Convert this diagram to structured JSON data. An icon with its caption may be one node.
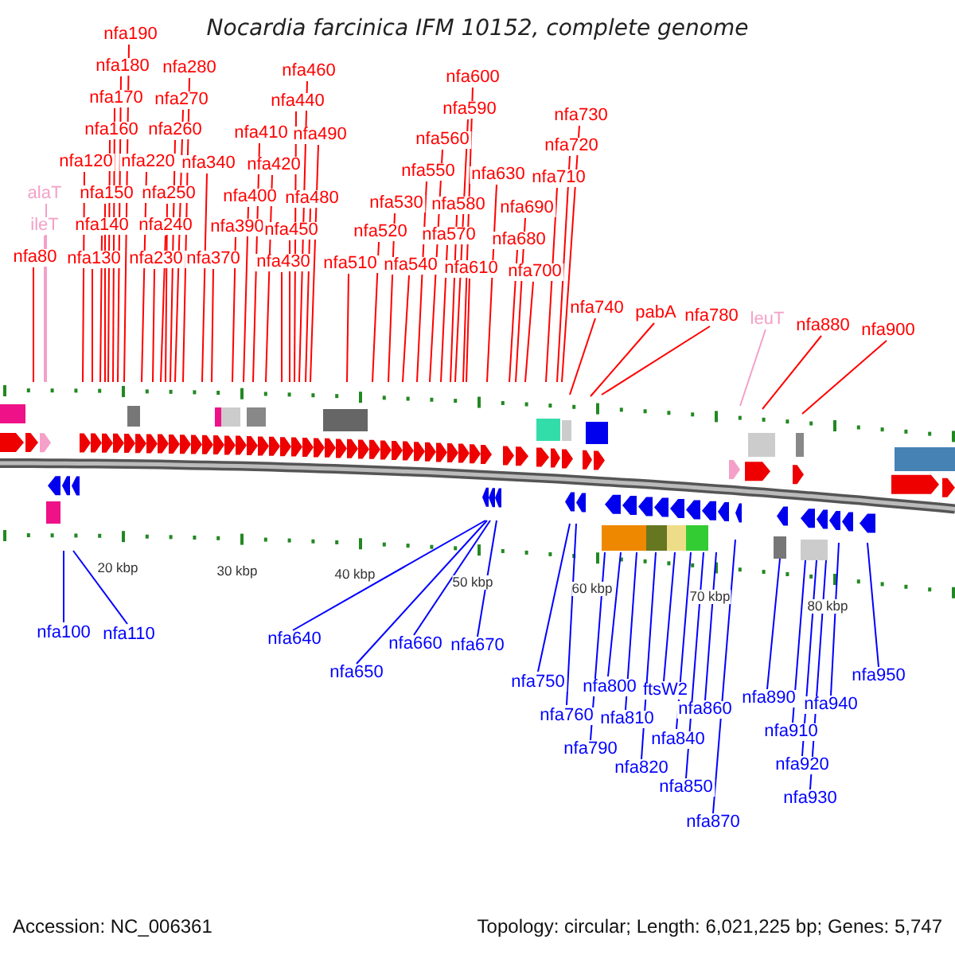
{
  "diagram": {
    "title": "Nocardia farcinica IFM 10152, complete genome",
    "nodes": [
      {
        "text": [
          "nfa190"
        ]
      },
      {
        "text": [
          "nfa180"
        ]
      },
      {
        "text": [
          "nfa280"
        ]
      },
      {
        "text": [
          "nfa460"
        ]
      },
      {
        "text": [
          "nfa600"
        ]
      },
      {
        "text": [
          "nfa170"
        ]
      },
      {
        "text": [
          "nfa270"
        ]
      },
      {
        "text": [
          "nfa440"
        ]
      },
      {
        "text": [
          "nfa590"
        ]
      },
      {
        "text": [
          "nfa730"
        ]
      },
      {
        "text": [
          "nfa160"
        ]
      },
      {
        "text": [
          "nfa260"
        ]
      },
      {
        "text": [
          "nfa410"
        ]
      },
      {
        "text": [
          "nfa490"
        ]
      },
      {
        "text": [
          "nfa560"
        ]
      },
      {
        "text": [
          "nfa720"
        ]
      },
      {
        "text": [
          "nfa120"
        ]
      },
      {
        "text": [
          "nfa220"
        ]
      },
      {
        "text": [
          "nfa340"
        ]
      },
      {
        "text": [
          "nfa420"
        ]
      },
      {
        "text": [
          "nfa550"
        ]
      },
      {
        "text": [
          "nfa630"
        ]
      },
      {
        "text": [
          "nfa710"
        ]
      },
      {
        "text": [
          "alaT"
        ]
      },
      {
        "text": [
          "nfa150"
        ]
      },
      {
        "text": [
          "nfa250"
        ]
      },
      {
        "text": [
          "nfa400"
        ]
      },
      {
        "text": [
          "nfa480"
        ]
      },
      {
        "text": [
          "nfa530"
        ]
      },
      {
        "text": [
          "nfa580"
        ]
      },
      {
        "text": [
          "nfa690"
        ]
      },
      {
        "text": [
          "ileT"
        ]
      },
      {
        "text": [
          "nfa140"
        ]
      },
      {
        "text": [
          "nfa240"
        ]
      },
      {
        "text": [
          "nfa390"
        ]
      },
      {
        "text": [
          "nfa450"
        ]
      },
      {
        "text": [
          "nfa520"
        ]
      },
      {
        "text": [
          "nfa570"
        ]
      },
      {
        "text": [
          "nfa680"
        ]
      },
      {
        "text": [
          "nfa80"
        ]
      },
      {
        "text": [
          "nfa130"
        ]
      },
      {
        "text": [
          "nfa230"
        ]
      },
      {
        "text": [
          "nfa370"
        ]
      },
      {
        "text": [
          "nfa430"
        ]
      },
      {
        "text": [
          "nfa510"
        ]
      },
      {
        "text": [
          "nfa540"
        ]
      },
      {
        "text": [
          "nfa610"
        ]
      },
      {
        "text": [
          "nfa700"
        ]
      },
      {
        "text": [
          "nfa740"
        ]
      },
      {
        "text": [
          "pabA"
        ]
      },
      {
        "text": [
          "nfa780"
        ]
      },
      {
        "text": [
          "leuT"
        ]
      },
      {
        "text": [
          "nfa880"
        ]
      },
      {
        "text": [
          "nfa900"
        ]
      },
      {
        "text": [
          "nfa100"
        ]
      },
      {
        "text": [
          "nfa110"
        ]
      },
      {
        "text": [
          "nfa640"
        ]
      },
      {
        "text": [
          "nfa660"
        ]
      },
      {
        "text": [
          "nfa670"
        ]
      },
      {
        "text": [
          "nfa650"
        ]
      },
      {
        "text": [
          "nfa950"
        ]
      },
      {
        "text": [
          "nfa750"
        ]
      },
      {
        "text": [
          "nfa800"
        ]
      },
      {
        "text": [
          "ftsW2"
        ]
      },
      {
        "text": [
          "nfa890"
        ]
      },
      {
        "text": [
          "nfa940"
        ]
      },
      {
        "text": [
          "nfa860"
        ]
      },
      {
        "text": [
          "nfa760"
        ]
      },
      {
        "text": [
          "nfa810"
        ]
      },
      {
        "text": [
          "nfa910"
        ]
      },
      {
        "text": [
          "nfa840"
        ]
      },
      {
        "text": [
          "nfa790"
        ]
      },
      {
        "text": [
          "nfa920"
        ]
      },
      {
        "text": [
          "nfa820"
        ]
      },
      {
        "text": [
          "nfa850"
        ]
      },
      {
        "text": [
          "nfa930"
        ]
      },
      {
        "text": [
          "nfa870"
        ]
      }
    ],
    "edges": [
      {
        "from": 0,
        "to": null,
        "arrow": "none"
      },
      {
        "from": 1,
        "to": null,
        "arrow": "none"
      },
      {
        "from": 2,
        "to": null,
        "arrow": "none"
      },
      {
        "from": 3,
        "to": null,
        "arrow": "none"
      },
      {
        "from": 4,
        "to": null,
        "arrow": "none"
      },
      {
        "from": 5,
        "to": null,
        "arrow": "none"
      },
      {
        "from": 6,
        "to": null,
        "arrow": "none"
      },
      {
        "from": 7,
        "to": null,
        "arrow": "none"
      },
      {
        "from": 8,
        "to": null,
        "arrow": "none"
      },
      {
        "from": 9,
        "to": null,
        "arrow": "none"
      },
      {
        "from": 10,
        "to": null,
        "arrow": "none"
      },
      {
        "from": 11,
        "to": null,
        "arrow": "none"
      },
      {
        "from": 12,
        "to": null,
        "arrow": "none"
      },
      {
        "from": 13,
        "to": null,
        "arrow": "none"
      },
      {
        "from": 14,
        "to": null,
        "arrow": "none"
      },
      {
        "from": 15,
        "to": null,
        "arrow": "none"
      },
      {
        "from": 16,
        "to": null,
        "arrow": "none"
      },
      {
        "from": 17,
        "to": null,
        "arrow": "none"
      },
      {
        "from": 18,
        "to": null,
        "arrow": "none"
      },
      {
        "from": 19,
        "to": null,
        "arrow": "none"
      },
      {
        "from": 20,
        "to": null,
        "arrow": "none"
      },
      {
        "from": 21,
        "to": null,
        "arrow": "none"
      },
      {
        "from": 22,
        "to": null,
        "arrow": "none"
      },
      {
        "from": 23,
        "to": null,
        "arrow": "none",
        "color": "#f4a0c8"
      },
      {
        "from": 24,
        "to": null,
        "arrow": "none"
      },
      {
        "from": 25,
        "to": null,
        "arrow": "none"
      },
      {
        "from": 26,
        "to": null,
        "arrow": "none"
      },
      {
        "from": 27,
        "to": null,
        "arrow": "none"
      },
      {
        "from": 28,
        "to": null,
        "arrow": "none"
      },
      {
        "from": 29,
        "to": null,
        "arrow": "none"
      },
      {
        "from": 30,
        "to": null,
        "arrow": "none"
      },
      {
        "from": 31,
        "to": null,
        "arrow": "none",
        "color": "#f4a0c8"
      },
      {
        "from": 32,
        "to": null,
        "arrow": "none"
      },
      {
        "from": 33,
        "to": null,
        "arrow": "none"
      },
      {
        "from": 34,
        "to": null,
        "arrow": "none"
      },
      {
        "from": 35,
        "to": null,
        "arrow": "none"
      },
      {
        "from": 36,
        "to": null,
        "arrow": "none"
      },
      {
        "from": 37,
        "to": null,
        "arrow": "none"
      },
      {
        "from": 38,
        "to": null,
        "arrow": "none"
      },
      {
        "from": 39,
        "to": null,
        "arrow": "none"
      },
      {
        "from": 40,
        "to": null,
        "arrow": "none"
      },
      {
        "from": 41,
        "to": null,
        "arrow": "none"
      },
      {
        "from": 42,
        "to": null,
        "arrow": "none"
      },
      {
        "from": 43,
        "to": null,
        "arrow": "none"
      },
      {
        "from": 44,
        "to": null,
        "arrow": "none"
      },
      {
        "from": 45,
        "to": null,
        "arrow": "none"
      },
      {
        "from": 46,
        "to": null,
        "arrow": "none"
      },
      {
        "from": 47,
        "to": null,
        "arrow": "none"
      },
      {
        "from": 48,
        "to": null,
        "arrow": "none"
      },
      {
        "from": 49,
        "to": null,
        "arrow": "none"
      },
      {
        "from": 50,
        "to": null,
        "arrow": "none"
      },
      {
        "from": 51,
        "to": null,
        "arrow": "none",
        "color": "#f4a0c8"
      },
      {
        "from": 52,
        "to": null,
        "arrow": "none"
      },
      {
        "from": 53,
        "to": null,
        "arrow": "none"
      },
      {
        "from": 54,
        "to": null,
        "arrow": "none",
        "color": "#0000ff"
      },
      {
        "from": 55,
        "to": null,
        "arrow": "none",
        "color": "#0000ff"
      },
      {
        "from": 56,
        "to": null,
        "arrow": "none",
        "color": "#0000ff"
      },
      {
        "from": 57,
        "to": null,
        "arrow": "none",
        "color": "#0000ff"
      },
      {
        "from": 58,
        "to": null,
        "arrow": "none",
        "color": "#0000ff"
      },
      {
        "from": 59,
        "to": null,
        "arrow": "none",
        "color": "#0000ff"
      },
      {
        "from": 60,
        "to": null,
        "arrow": "none",
        "color": "#0000ff"
      },
      {
        "from": 61,
        "to": null,
        "arrow": "none",
        "color": "#0000ff"
      },
      {
        "from": 62,
        "to": null,
        "arrow": "none",
        "color": "#0000ff"
      },
      {
        "from": 63,
        "to": null,
        "arrow": "none",
        "color": "#0000ff"
      },
      {
        "from": 64,
        "to": null,
        "arrow": "none",
        "color": "#0000ff"
      },
      {
        "from": 65,
        "to": null,
        "arrow": "none",
        "color": "#0000ff"
      },
      {
        "from": 66,
        "to": null,
        "arrow": "none",
        "color": "#0000ff"
      },
      {
        "from": 67,
        "to": null,
        "arrow": "none",
        "color": "#0000ff"
      },
      {
        "from": 68,
        "to": null,
        "arrow": "none",
        "color": "#0000ff"
      },
      {
        "from": 69,
        "to": null,
        "arrow": "none",
        "color": "#0000ff"
      },
      {
        "from": 70,
        "to": null,
        "arrow": "none",
        "color": "#0000ff"
      },
      {
        "from": 71,
        "to": null,
        "arrow": "none",
        "color": "#0000ff"
      },
      {
        "from": 72,
        "to": null,
        "arrow": "none",
        "color": "#0000ff"
      },
      {
        "from": 73,
        "to": null,
        "arrow": "none",
        "color": "#0000ff"
      },
      {
        "from": 74,
        "to": null,
        "arrow": "none",
        "color": "#0000ff"
      },
      {
        "from": 75,
        "to": null,
        "arrow": "none",
        "color": "#0000ff"
      },
      {
        "from": 76,
        "to": null,
        "arrow": "none",
        "color": "#0000ff"
      }
    ],
    "labels": [
      "20 kbp",
      "30 kbp",
      "40 kbp",
      "50 kbp",
      "60 kbp",
      "70 kbp",
      "80 kbp",
      "Accession: NC_006361",
      "Topology: circular; Length: 6,021,225 bp; Genes: 5,747"
    ]
  }
}
